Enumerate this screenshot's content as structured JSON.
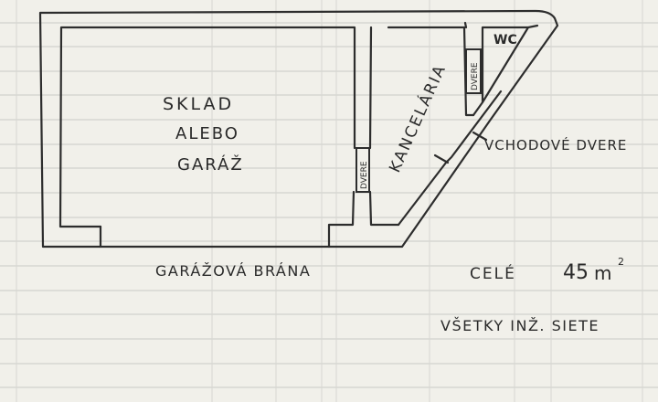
{
  "rooms": {
    "storage": [
      "SKLAD",
      "ALEBO",
      "GARÁŽ"
    ],
    "office": "KANCELÁRIA",
    "wc": "WC"
  },
  "doors": {
    "left": "DVERE",
    "right": "DVERE"
  },
  "labels": {
    "entrance": "VCHODOVÉ DVERE",
    "garage_gate": "GARÁŽOVÁ BRÁNA",
    "total_label": "CELÉ",
    "total_value": "45",
    "total_unit": "m",
    "total_unit_exp": "2",
    "utilities": "VŠETKY INŽ. SIETE"
  }
}
